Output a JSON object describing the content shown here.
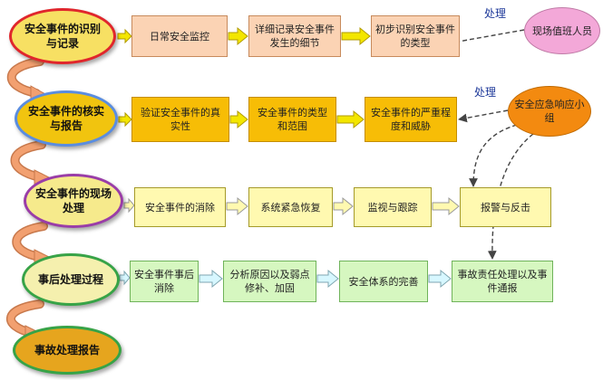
{
  "stages": [
    {
      "label": "安全事件的识别与记录"
    },
    {
      "label": "安全事件的核实与报告"
    },
    {
      "label": "安全事件的现场处理"
    },
    {
      "label": "事后处理过程"
    },
    {
      "label": "事故处理报告"
    }
  ],
  "rows": [
    {
      "steps": [
        "日常安全监控",
        "详细记录安全事件发生的细节",
        "初步识别安全事件的类型"
      ]
    },
    {
      "steps": [
        "验证安全事件的真实性",
        "安全事件的类型和范围",
        "安全事件的严重程度和威胁"
      ]
    },
    {
      "steps": [
        "安全事件的消除",
        "系统紧急恢复",
        "监视与跟踪",
        "报警与反击"
      ]
    },
    {
      "steps": [
        "安全事件事后消除",
        "分析原因以及弱点修补、加固",
        "安全体系的完善",
        "事故责任处理以及事件通报"
      ]
    }
  ],
  "roles": [
    {
      "label": "现场值班人员",
      "action": "处理"
    },
    {
      "label": "安全应急响应小组",
      "action": "处理"
    }
  ],
  "colors": {
    "row1": "#fbd3b4",
    "row2": "#f7bd06",
    "row3": "#fff9b0",
    "row4": "#d6f7c0",
    "arrow_row12": "#f3e600",
    "arrow_row3": "#fff9b0",
    "arrow_row4": "#d7f7ff",
    "curve_arrow": "#f2a070"
  }
}
